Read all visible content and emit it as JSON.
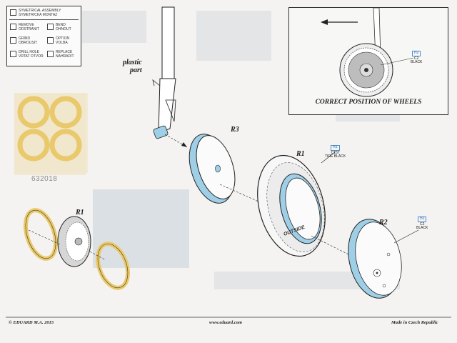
{
  "legend": {
    "items": [
      {
        "label": "SYMETRICAL ASSEMBLY",
        "label2": "SYMETRICKA MONTAZ",
        "icon": "symmetry-icon"
      },
      {
        "label": "REMOVE",
        "label2": "ODSTRANIT",
        "icon": "remove-icon"
      },
      {
        "label": "BEND",
        "label2": "OHNOUT",
        "icon": "bend-icon"
      },
      {
        "label": "GRIND",
        "label2": "OBROUSIT",
        "icon": "grind-icon"
      },
      {
        "label": "OPTION",
        "label2": "VOLBA",
        "icon": "option-icon"
      },
      {
        "label": "DRILL HOLE",
        "label2": "VRTAT OTVOR",
        "icon": "drill-icon"
      },
      {
        "label": "REPLACE",
        "label2": "NAHRADIT",
        "icon": "replace-icon"
      }
    ]
  },
  "drawing": {
    "plastic_part_line1": "plastic",
    "plastic_part_line2": "part",
    "r3_label": "R3",
    "r1_tire_label": "R1",
    "r1_small_label": "R1",
    "r2_label": "R2",
    "tire_callout": {
      "code": "R1",
      "color_code": "C137",
      "color_name": "TIRE BLACK"
    },
    "hub_callout": {
      "code": "H2",
      "color_code": "C2",
      "color_name": "BLACK"
    },
    "outside_text": "OUTSIDE",
    "fret_number": "632018"
  },
  "inset": {
    "caption": "CORRECT POSITION OF WHEELS",
    "callout": {
      "code": "H2",
      "color_code": "C2",
      "color_name": "BLACK"
    }
  },
  "footer": {
    "copyright": "© EDUARD  M.A. 2015",
    "website": "www.eduard.com",
    "made_in": "Made in Czech Republic"
  },
  "colors": {
    "resin_blue": "#9fcfe6",
    "brass": "#e9c96b",
    "outline": "#222222",
    "paper": "#f4f3f1"
  }
}
